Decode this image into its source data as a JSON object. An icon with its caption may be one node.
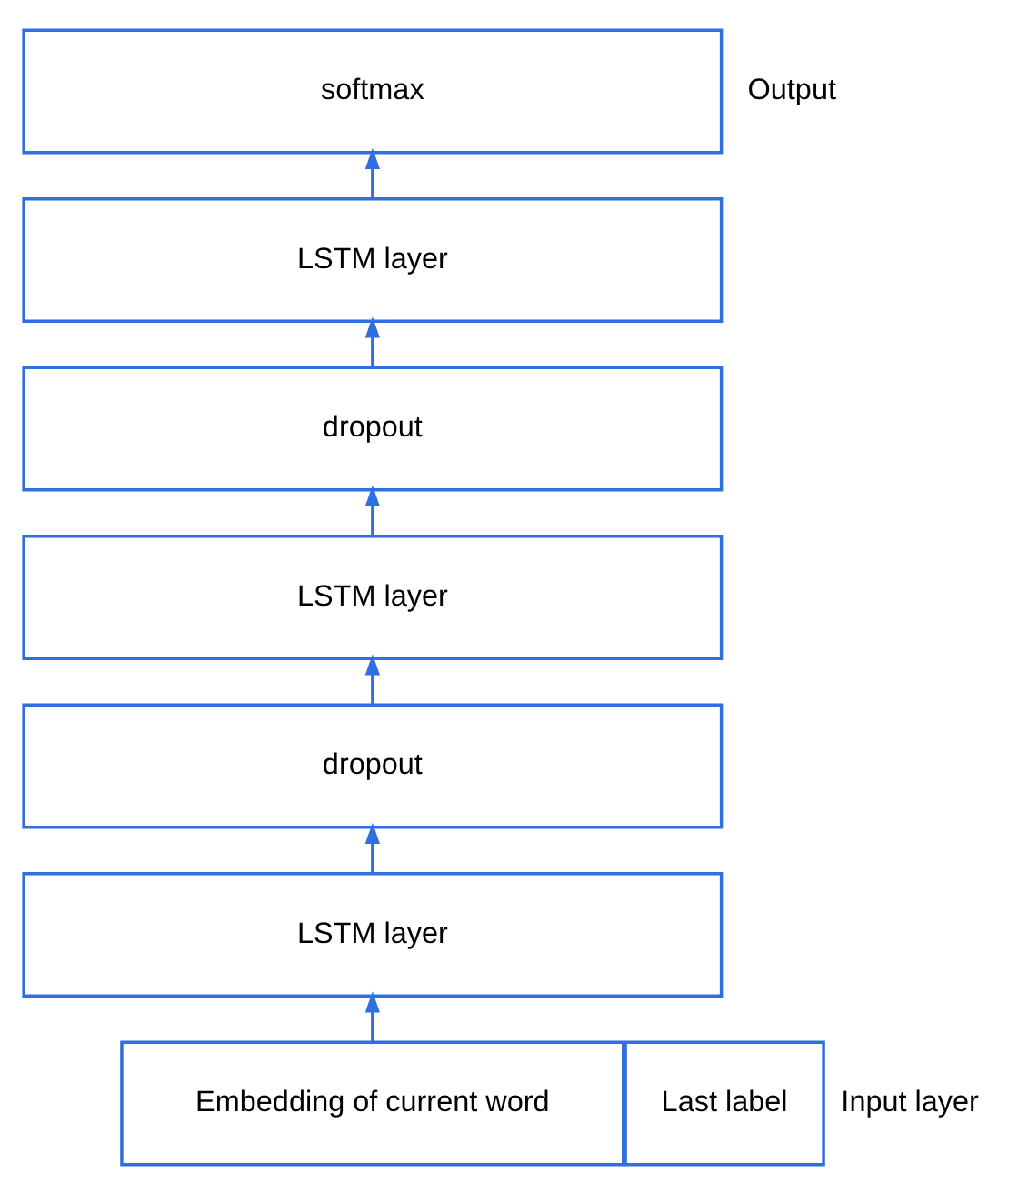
{
  "diagram": {
    "nodes": [
      {
        "text": [
          "softmax"
        ],
        "beside": [
          "Output"
        ]
      },
      {
        "text": [
          "LSTM layer"
        ]
      },
      {
        "text": [
          "dropout"
        ]
      },
      {
        "text": [
          "LSTM layer"
        ]
      },
      {
        "text": [
          "dropout"
        ]
      },
      {
        "text": [
          "LSTM layer"
        ]
      },
      {
        "text": [
          "Embedding of current word"
        ]
      },
      {
        "text": [
          "Last label"
        ],
        "beside": [
          "Input layer"
        ]
      }
    ],
    "edges": [
      {
        "from": 6,
        "to": 5,
        "arrow": "to"
      },
      {
        "from": 5,
        "to": 4,
        "arrow": "to"
      },
      {
        "from": 4,
        "to": 3,
        "arrow": "to"
      },
      {
        "from": 3,
        "to": 2,
        "arrow": "to"
      },
      {
        "from": 2,
        "to": 1,
        "arrow": "to"
      },
      {
        "from": 1,
        "to": 0,
        "arrow": "to"
      }
    ]
  }
}
